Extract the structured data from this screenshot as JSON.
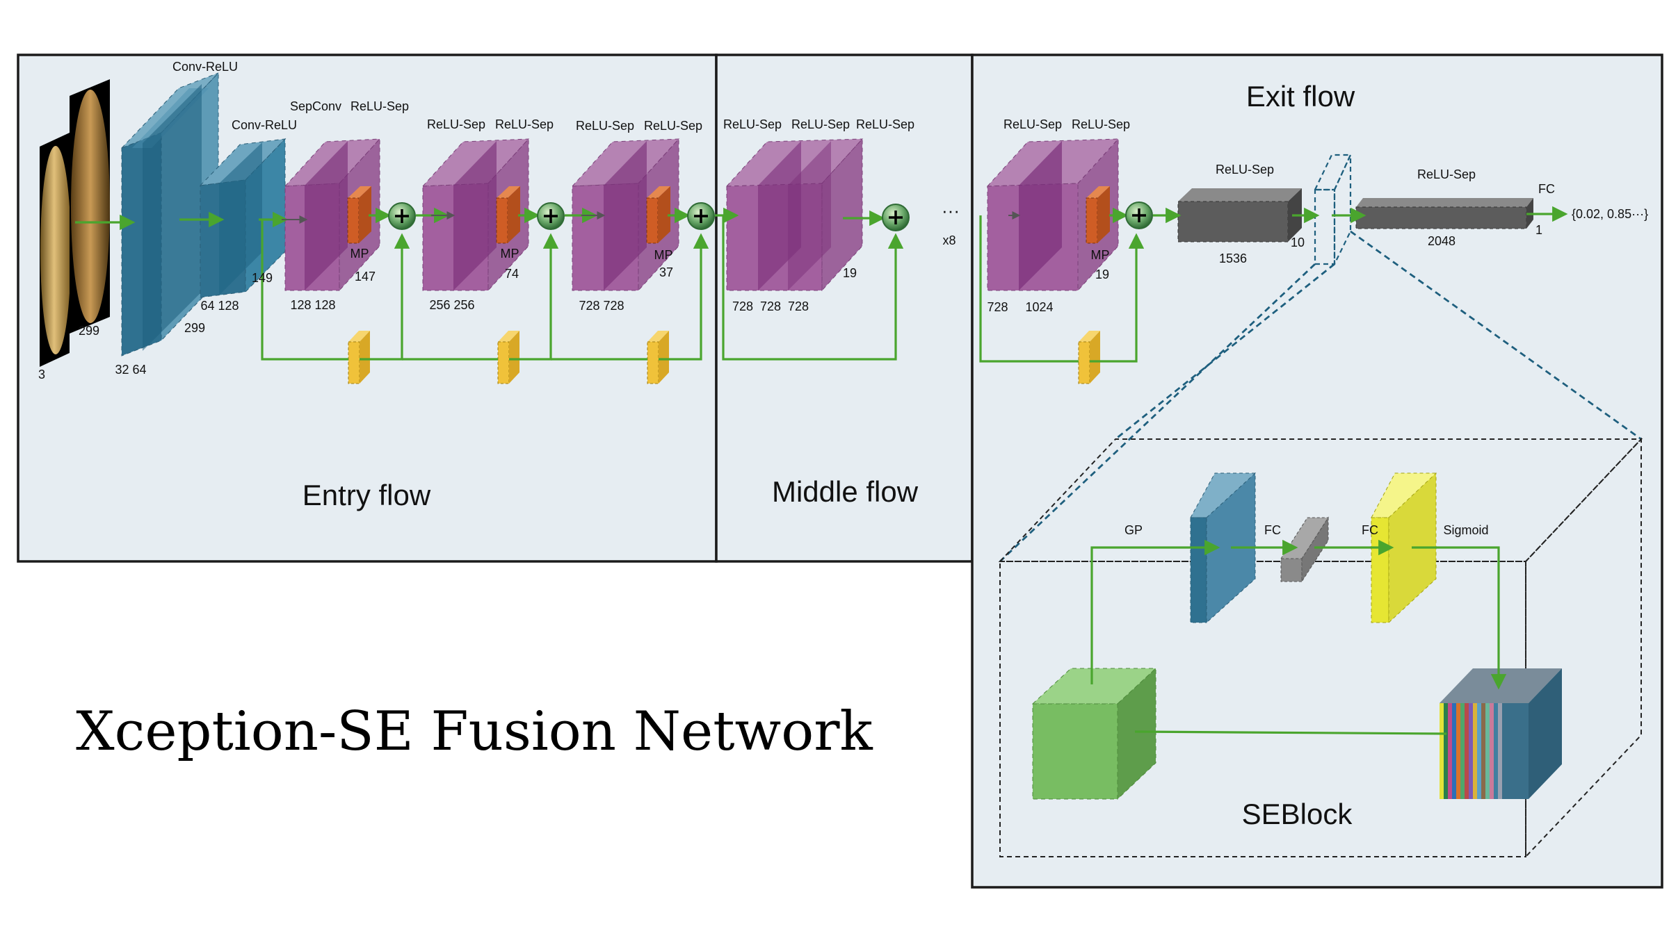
{
  "title": "Xception-SE Fusion Network",
  "sections": {
    "entry": "Entry flow",
    "middle": "Middle flow",
    "exit": "Exit flow",
    "seblock": "SEBlock"
  },
  "layer_labels": {
    "conv1": "Conv-ReLU",
    "conv2": "Conv-ReLU",
    "sepconv": "SepConv",
    "relusep_a": "ReLU-Sep",
    "relusep_b1": "ReLU-Sep",
    "relusep_b2": "ReLU-Sep",
    "relusep_c1": "ReLU-Sep",
    "relusep_c2": "ReLU-Sep",
    "mid1": "ReLU-Sep",
    "mid2": "ReLU-Sep",
    "mid3": "ReLU-Sep",
    "exit1": "ReLU-Sep",
    "exit2": "ReLU-Sep",
    "exit3": "ReLU-Sep",
    "exit4": "ReLU-Sep",
    "fc": "FC",
    "mp1": "MP",
    "mp2": "MP",
    "mp3": "MP",
    "mp4": "MP",
    "gp": "GP",
    "se_fc1": "FC",
    "se_fc2": "FC",
    "sigmoid": "Sigmoid",
    "x8": "x8",
    "ellipsis": "···"
  },
  "dims": {
    "in_c": "3",
    "in_hw": "299",
    "c1": "32 64",
    "c1_hw": "299",
    "c2": "64 128",
    "c2_hw": "149",
    "s1": "128 128",
    "s1_hw": "147",
    "s2": "256 256",
    "s2_hw": "74",
    "s3": "728 728",
    "s3_hw": "37",
    "m": "728  728  728",
    "m_hw": "19",
    "e1": "728     1024",
    "e1_hw": "19",
    "e2": "1536",
    "e2_hw": "10",
    "e3": "2048",
    "e3_hw": "1",
    "output": "{0.02, 0.85···}"
  },
  "colors": {
    "panel": "#e6edf2",
    "flow_arrow": "#4aa52e",
    "conv_blue": "#2a6c8c",
    "sep_purple": "#9a5a98",
    "mp_orange": "#d0622b",
    "skip_yellow": "#f0c23a",
    "exit_gray": "#5c5c5c",
    "se_green": "#6fbf5a",
    "sigmoid_yellow": "#eded4a"
  }
}
